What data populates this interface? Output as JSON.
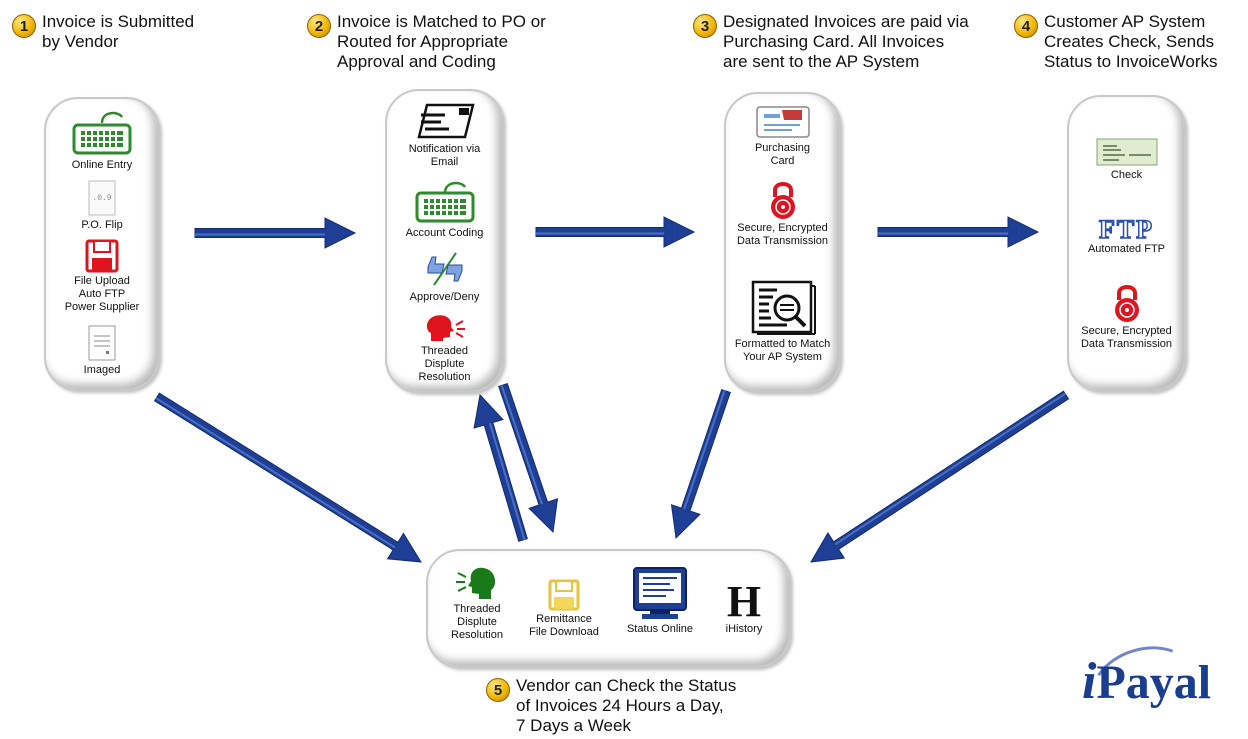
{
  "steps": [
    {
      "num": "1",
      "text": "Invoice is Submitted\nby Vendor"
    },
    {
      "num": "2",
      "text": "Invoice is Matched to PO or\nRouted for Appropriate\nApproval and Coding"
    },
    {
      "num": "3",
      "text": "Designated Invoices are paid via\nPurchasing Card.  All Invoices\nare sent to the AP System"
    },
    {
      "num": "4",
      "text": "Customer AP System\nCreates Check, Sends\nStatus to InvoiceWorks"
    },
    {
      "num": "5",
      "text": "Vendor can Check the Status\nof Invoices 24 Hours a Day,\n7 Days a Week"
    }
  ],
  "box1": {
    "online_entry": "Online Entry",
    "po_flip": "P.O. Flip",
    "file_upload": "File Upload\nAuto FTP\nPower Supplier",
    "imaged": "Imaged"
  },
  "box2": {
    "notification": "Notification via\nEmail",
    "account_coding": "Account Coding",
    "approve_deny": "Approve/Deny",
    "dispute": "Threaded\nDisplute\nResolution"
  },
  "box3": {
    "pcard": "Purchasing\nCard",
    "secure": "Secure, Encrypted\nData Transmission",
    "formatted": "Formatted to Match\nYour AP System"
  },
  "box4": {
    "check": "Check",
    "ftp_logo": "FTP",
    "ftp": "Automated FTP",
    "secure": "Secure, Encrypted\nData Transmission"
  },
  "box5": {
    "dispute": "Threaded\nDisplute\nResolution",
    "remittance": "Remittance\nFile Download",
    "status": "Status Online",
    "history_logo": "H",
    "history": "iHistory"
  },
  "brand": {
    "i": "i",
    "rest": "Payal"
  },
  "colors": {
    "arrow": "#1f3f96",
    "arrow_light": "#4a6fc2",
    "badge": "#f2b705",
    "keyboard": "#2f8a2f",
    "red": "#e0141e"
  }
}
